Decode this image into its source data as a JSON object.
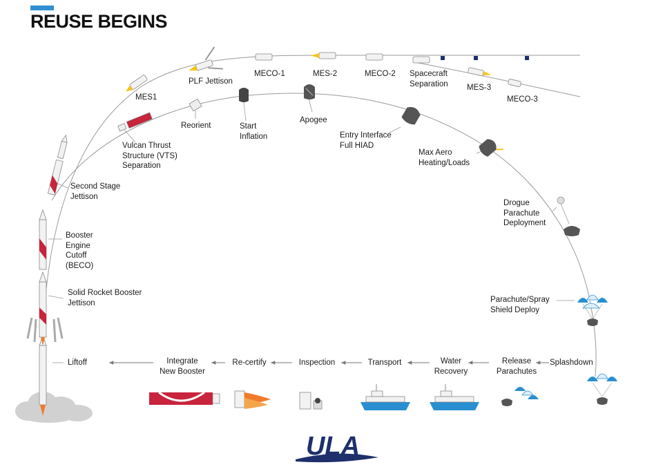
{
  "title": "REUSE BEGINS",
  "colors": {
    "accent": "#2f8fd0",
    "rocket_red": "#c8243c",
    "logo_navy": "#1e2f6b",
    "water_blue": "#2a8fd0",
    "booster_orange": "#f07a2a",
    "path_gray": "#9a9a9a"
  },
  "ascent_labels": {
    "mes1": "MES1",
    "plf_jettison": "PLF Jettison",
    "meco1": "MECO-1",
    "mes2": "MES-2",
    "meco2": "MECO-2",
    "spacecraft_separation": "Spacecraft\nSeparation",
    "mes3": "MES-3",
    "meco3": "MECO-3",
    "second_stage_jettison": "Second Stage\nJettison",
    "beco": "Booster\nEngine\nCutoff\n(BECO)",
    "srb_jettison": "Solid Rocket Booster\nJettison",
    "liftoff": "Liftoff"
  },
  "recovery_labels": {
    "vts_separation": "Vulcan Thrust\nStructure (VTS)\nSeparation",
    "reorient": "Reorient",
    "start_inflation": "Start\nInflation",
    "apogee": "Apogee",
    "entry_interface": "Entry Interface\nFull HIAD",
    "max_aero": "Max Aero\nHeating/Loads",
    "drogue": "Drogue\nParachute\nDeployment",
    "parachute_spray": "Parachute/Spray\nShield Deploy",
    "splashdown": "Splashdown"
  },
  "reuse_steps": [
    {
      "key": "release",
      "label": "Release\nParachutes"
    },
    {
      "key": "water",
      "label": "Water\nRecovery"
    },
    {
      "key": "transport",
      "label": "Transport"
    },
    {
      "key": "inspection",
      "label": "Inspection"
    },
    {
      "key": "recertify",
      "label": "Re-certify"
    },
    {
      "key": "integrate",
      "label": "Integrate\nNew Booster"
    }
  ],
  "logo": {
    "text": "ULA"
  }
}
